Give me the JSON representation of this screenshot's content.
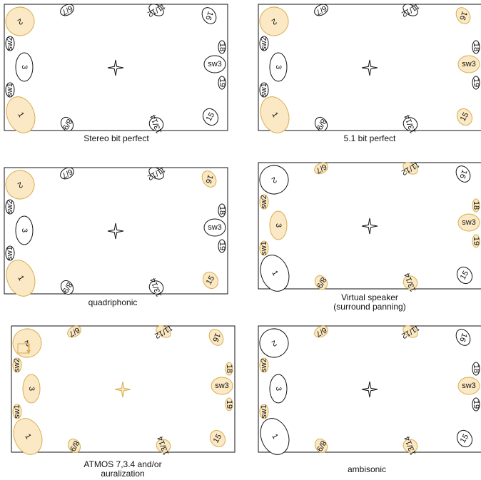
{
  "colors": {
    "active_fill": "#fbe8c4",
    "active_stroke": "#d7ad50",
    "inactive_fill": "#ffffff",
    "inactive_stroke": "#111111",
    "room_stroke": "#111111"
  },
  "panels": [
    {
      "caption": [
        "Stereo bit perfect"
      ],
      "center_active": false,
      "speakers": [
        {
          "label": "2",
          "active": true
        },
        {
          "label": "6/7",
          "active": false
        },
        {
          "label": "11/12",
          "active": false
        },
        {
          "label": "16",
          "active": false
        },
        {
          "label": "sw2",
          "active": false
        },
        {
          "label": "3",
          "active": false
        },
        {
          "label": "sw3",
          "active": false
        },
        {
          "label": "18",
          "active": false
        },
        {
          "label": "sw1",
          "active": false
        },
        {
          "label": "19",
          "active": false
        },
        {
          "label": "1",
          "active": true
        },
        {
          "label": "8/9",
          "active": false
        },
        {
          "label": "13/14",
          "active": false
        },
        {
          "label": "15",
          "active": false
        }
      ]
    },
    {
      "caption": [
        "5.1 bit perfect"
      ],
      "center_active": false,
      "speakers": [
        {
          "label": "2",
          "active": true
        },
        {
          "label": "6/7",
          "active": false
        },
        {
          "label": "11/12",
          "active": false
        },
        {
          "label": "16",
          "active": true
        },
        {
          "label": "sw2",
          "active": false
        },
        {
          "label": "3",
          "active": false
        },
        {
          "label": "sw3",
          "active": true
        },
        {
          "label": "18",
          "active": false
        },
        {
          "label": "sw1",
          "active": false
        },
        {
          "label": "19",
          "active": false
        },
        {
          "label": "1",
          "active": true
        },
        {
          "label": "8/9",
          "active": false
        },
        {
          "label": "13/14",
          "active": false
        },
        {
          "label": "15",
          "active": true
        }
      ]
    },
    {
      "caption": [
        "quadriphonic"
      ],
      "center_active": false,
      "speakers": [
        {
          "label": "2",
          "active": true
        },
        {
          "label": "6/7",
          "active": false
        },
        {
          "label": "11/12",
          "active": false
        },
        {
          "label": "16",
          "active": true
        },
        {
          "label": "sw2",
          "active": false
        },
        {
          "label": "3",
          "active": false
        },
        {
          "label": "sw3",
          "active": false
        },
        {
          "label": "18",
          "active": false
        },
        {
          "label": "sw1",
          "active": false
        },
        {
          "label": "19",
          "active": false
        },
        {
          "label": "1",
          "active": true
        },
        {
          "label": "8/9",
          "active": false
        },
        {
          "label": "13/14",
          "active": false
        },
        {
          "label": "15",
          "active": true
        }
      ]
    },
    {
      "caption": [
        "Virtual speaker",
        "(surround panning)"
      ],
      "center_active": false,
      "speakers": [
        {
          "label": "2",
          "active": false
        },
        {
          "label": "6/7",
          "active": true
        },
        {
          "label": "11/12",
          "active": true
        },
        {
          "label": "16",
          "active": false
        },
        {
          "label": "sw2",
          "active": true
        },
        {
          "label": "3",
          "active": true
        },
        {
          "label": "sw3",
          "active": true
        },
        {
          "label": "18",
          "active": true
        },
        {
          "label": "sw1",
          "active": true
        },
        {
          "label": "19",
          "active": true
        },
        {
          "label": "1",
          "active": false
        },
        {
          "label": "8/9",
          "active": true
        },
        {
          "label": "13/14",
          "active": true
        },
        {
          "label": "15",
          "active": false
        }
      ]
    },
    {
      "caption": [
        "ATMOS 7,3.4 and/or",
        "auralization"
      ],
      "center_active": true,
      "speakers": [
        {
          "label": "2",
          "active": true
        },
        {
          "label": "6/7",
          "active": true
        },
        {
          "label": "11/12",
          "active": true
        },
        {
          "label": "16",
          "active": true
        },
        {
          "label": "sw2",
          "active": true
        },
        {
          "label": "3",
          "active": true
        },
        {
          "label": "sw3",
          "active": true
        },
        {
          "label": "18",
          "active": true
        },
        {
          "label": "sw1",
          "active": true
        },
        {
          "label": "19",
          "active": true
        },
        {
          "label": "1",
          "active": true
        },
        {
          "label": "8/9",
          "active": true
        },
        {
          "label": "13/14",
          "active": true
        },
        {
          "label": "15",
          "active": true
        }
      ]
    },
    {
      "caption": [
        "ambisonic"
      ],
      "center_active": false,
      "speakers": [
        {
          "label": "2",
          "active": false
        },
        {
          "label": "6/7",
          "active": true
        },
        {
          "label": "11/12",
          "active": true
        },
        {
          "label": "16",
          "active": false
        },
        {
          "label": "sw2",
          "active": true
        },
        {
          "label": "3",
          "active": false
        },
        {
          "label": "sw3",
          "active": true
        },
        {
          "label": "18",
          "active": false
        },
        {
          "label": "sw1",
          "active": true
        },
        {
          "label": "19",
          "active": false
        },
        {
          "label": "1",
          "active": false
        },
        {
          "label": "8/9",
          "active": true
        },
        {
          "label": "13/14",
          "active": true
        },
        {
          "label": "15",
          "active": false
        }
      ]
    }
  ]
}
